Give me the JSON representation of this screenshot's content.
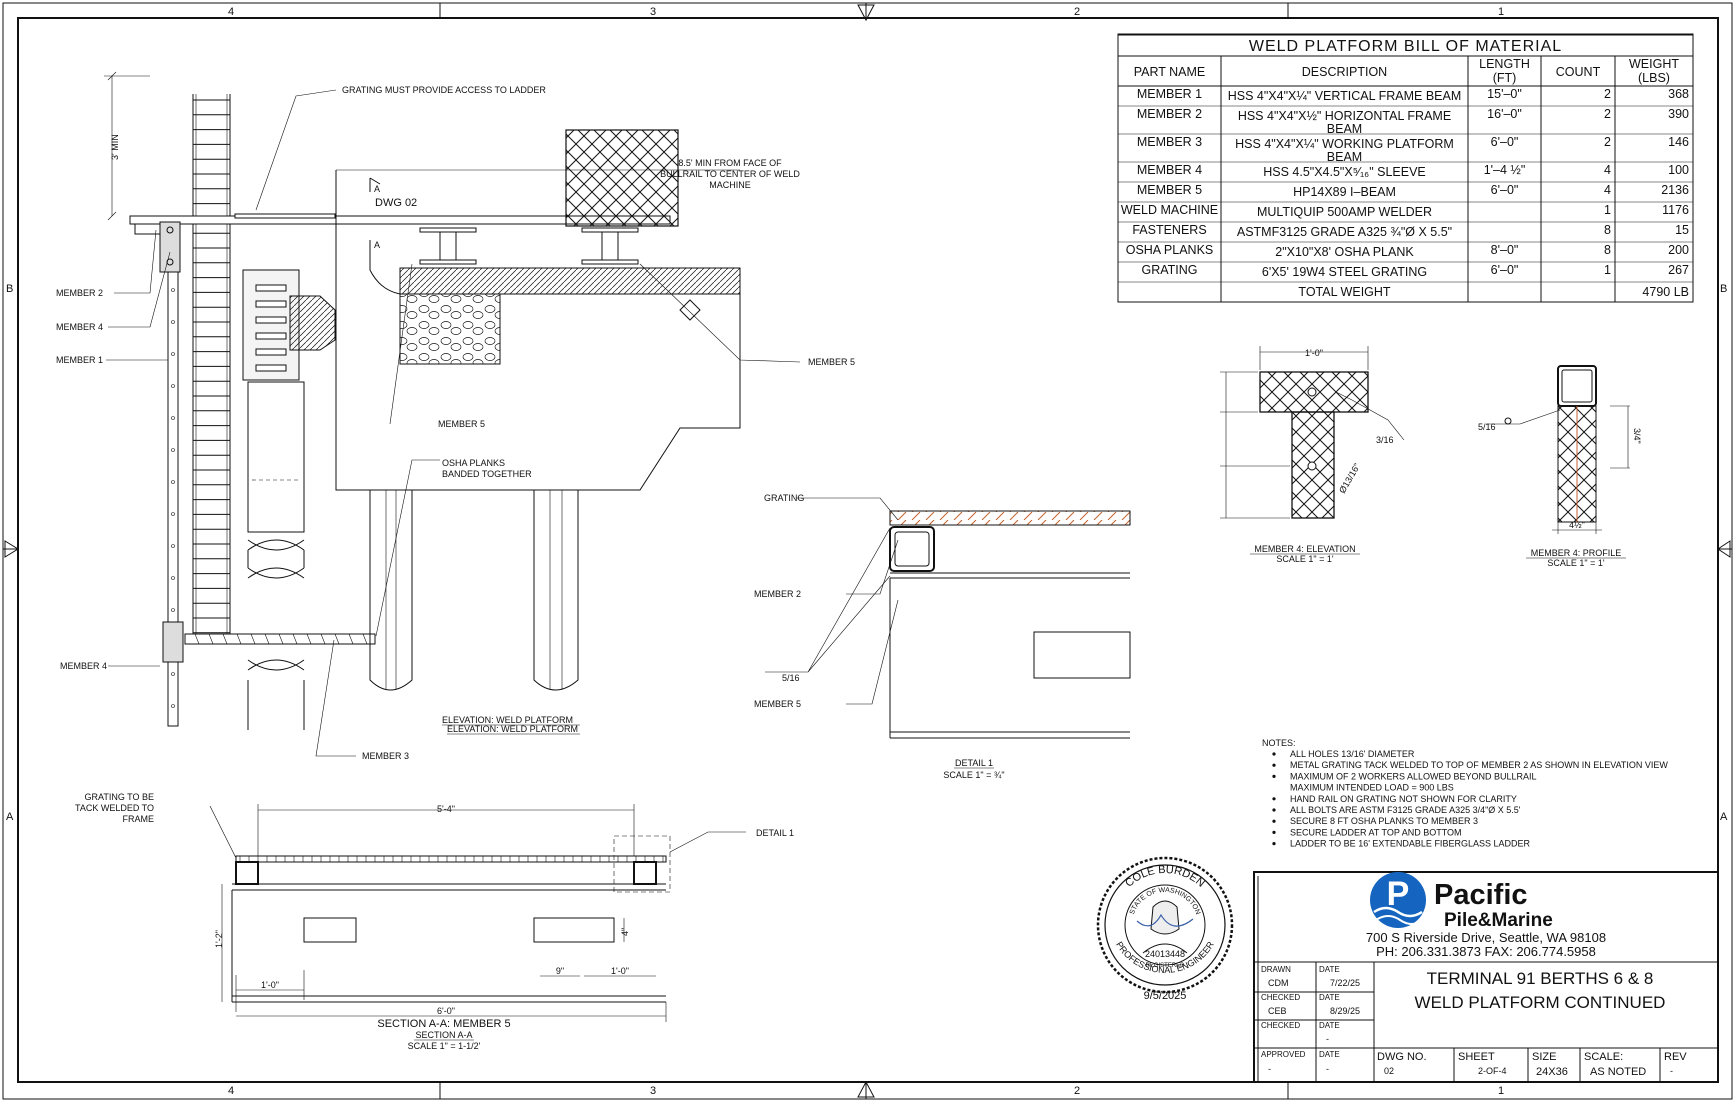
{
  "border": {
    "columns": [
      "4",
      "3",
      "2",
      "1"
    ],
    "rows": [
      "B",
      "A"
    ]
  },
  "bom": {
    "title": "WELD PLATFORM BILL OF MATERIAL",
    "headers": [
      "PART NAME",
      "DESCRIPTION",
      "LENGTH\n(FT)",
      "COUNT",
      "WEIGHT\n(LBS)"
    ],
    "header_lines": [
      [
        "PART NAME"
      ],
      [
        "DESCRIPTION"
      ],
      [
        "LENGTH",
        "(FT)"
      ],
      [
        "COUNT"
      ],
      [
        "WEIGHT",
        "(LBS)"
      ]
    ],
    "rows": [
      {
        "part": "MEMBER 1",
        "desc": [
          "HSS 4\"X4\"X¼\" VERTICAL FRAME BEAM"
        ],
        "length": "15'–0\"",
        "count": "2",
        "weight": "368"
      },
      {
        "part": "MEMBER 2",
        "desc": [
          "HSS 4\"X4\"X½\" HORIZONTAL FRAME",
          "BEAM"
        ],
        "length": "16'–0\"",
        "count": "2",
        "weight": "390"
      },
      {
        "part": "MEMBER 3",
        "desc": [
          "HSS 4\"X4\"X¼\" WORKING PLATFORM",
          "BEAM"
        ],
        "length": "6'–0\"",
        "count": "2",
        "weight": "146"
      },
      {
        "part": "MEMBER 4",
        "desc": [
          "HSS 4.5\"X4.5\"X⁵⁄₁₆\" SLEEVE"
        ],
        "length": "1'–4 ½\"",
        "count": "4",
        "weight": "100"
      },
      {
        "part": "MEMBER 5",
        "desc": [
          "HP14X89 I–BEAM"
        ],
        "length": "6'–0\"",
        "count": "4",
        "weight": "2136"
      },
      {
        "part": "WELD MACHINE",
        "desc": [
          "MULTIQUIP 500AMP WELDER"
        ],
        "length": "",
        "count": "1",
        "weight": "1176"
      },
      {
        "part": "FASTENERS",
        "desc": [
          "ASTMF3125 GRADE A325 ¾\"Ø X 5.5\""
        ],
        "length": "",
        "count": "8",
        "weight": "15"
      },
      {
        "part": "OSHA PLANKS",
        "desc": [
          "2\"X10\"X8' OSHA PLANK"
        ],
        "length": "8'–0\"",
        "count": "8",
        "weight": "200"
      },
      {
        "part": "GRATING",
        "desc": [
          "6'X5' 19W4 STEEL GRATING"
        ],
        "length": "6'–0\"",
        "count": "1",
        "weight": "267"
      }
    ],
    "total_label": "TOTAL WEIGHT",
    "total_value": "4790 LB"
  },
  "elevation": {
    "labels": {
      "min3": "3' MIN",
      "grating_access": "GRATING MUST PROVIDE ACCESS TO LADDER",
      "min85": "8.5' MIN FROM FACE OF\nBULLRAIL TO CENTER OF WELD\nMACHINE",
      "dwg": "DWG 02",
      "sec_a": "A",
      "member2": "MEMBER 2",
      "member4a": "MEMBER 4",
      "member1": "MEMBER 1",
      "member5a": "MEMBER 5",
      "member5b": "MEMBER 5",
      "osha": "OSHA PLANKS\nBANDED TOGETHER",
      "member4b": "MEMBER 4",
      "member3": "MEMBER 3",
      "caption1": "ELEVATION: WELD PLATFORM",
      "caption2": "ELEVATION: WELD PLATFORM"
    }
  },
  "detail1": {
    "grating": "GRATING",
    "member2": "MEMBER 2",
    "member5": "MEMBER 5",
    "weld": "5/16",
    "caption": "DETAIL 1",
    "scale": "SCALE 1\" = ¾\""
  },
  "member4_elev": {
    "dim_top": "1'-0\"",
    "caption": "MEMBER 4: ELEVATION",
    "scale": "SCALE 1\" = 1'",
    "weld": "3/16",
    "hole": "Ø13/16\""
  },
  "member4_prof": {
    "weld": "5/16",
    "caption": "MEMBER 4: PROFILE",
    "scale": "SCALE 1\" = 1'",
    "dim": "3/4\"",
    "dim_bot": "4½\""
  },
  "section": {
    "grating_note": "GRATING TO BE\nTACK WELDED TO\nFRAME",
    "detail1": "DETAIL 1",
    "dim_54": "5'-4\"",
    "dim_12": "1'-2\"",
    "dim_4": "4\"",
    "dim_10a": "1'-0\"",
    "dim_9": "9\"",
    "dim_10b": "1'-0\"",
    "dim_60": "6'-0\"",
    "caption": "SECTION A-A: MEMBER 5",
    "sub": "SECTION A-A",
    "scale": "SCALE 1\" = 1-1/2'"
  },
  "notes": {
    "title": "NOTES:",
    "items": [
      "ALL HOLES 13/16' DIAMETER",
      "METAL GRATING TACK WELDED TO TOP OF MEMBER 2 AS SHOWN IN ELEVATION VIEW",
      "MAXIMUM OF 2 WORKERS ALLOWED BEYOND BULLRAIL",
      "MAXIMUM INTENDED LOAD = 900 LBS",
      "HAND RAIL ON GRATING NOT SHOWN FOR CLARITY",
      "ALL BOLTS ARE ASTM F3125 GRADE A325 3/4\"Ø X 5.5'",
      "SECURE 8 FT OSHA PLANKS TO MEMBER 3",
      "SECURE LADDER AT TOP AND BOTTOM",
      "LADDER TO BE 16' EXTENDABLE FIBERGLASS LADDER"
    ],
    "bullets": [
      true,
      true,
      true,
      false,
      true,
      true,
      true,
      true,
      true
    ]
  },
  "seal": {
    "name": "COLE BURDEN",
    "state": "STATE OF WASHINGTON",
    "number": "24013448",
    "registered": "REGISTERED",
    "title": "PROFESSIONAL ENGINEER",
    "date": "9/5/2025"
  },
  "titleblock": {
    "company1": "Pacific",
    "company2": "Pile&Marine",
    "address": "700 S Riverside Drive, Seattle, WA 98108",
    "phone": "PH: 206.331.3873  FAX: 206.774.5958",
    "project1": "TERMINAL 91 BERTHS 6 & 8",
    "project2": "WELD PLATFORM CONTINUED",
    "drawn_label": "DRAWN",
    "drawn": "CDM",
    "drawn_date_label": "DATE",
    "drawn_date": "7/22/25",
    "checked_label": "CHECKED",
    "checked": "CEB",
    "checked_date_label": "DATE",
    "checked_date": "8/29/25",
    "checked2_label": "CHECKED",
    "checked2": "",
    "checked2_date_label": "DATE",
    "checked2_date": "-",
    "approved_label": "APPROVED",
    "approved": "-",
    "approved_date_label": "DATE",
    "approved_date": "-",
    "dwg_label": "DWG NO.",
    "dwg": "02",
    "sheet_label": "SHEET",
    "sheet": "2-OF-4",
    "size_label": "SIZE",
    "size": "24X36",
    "scale_label": "SCALE:",
    "scale": "AS NOTED",
    "rev_label": "REV",
    "rev": "-"
  }
}
